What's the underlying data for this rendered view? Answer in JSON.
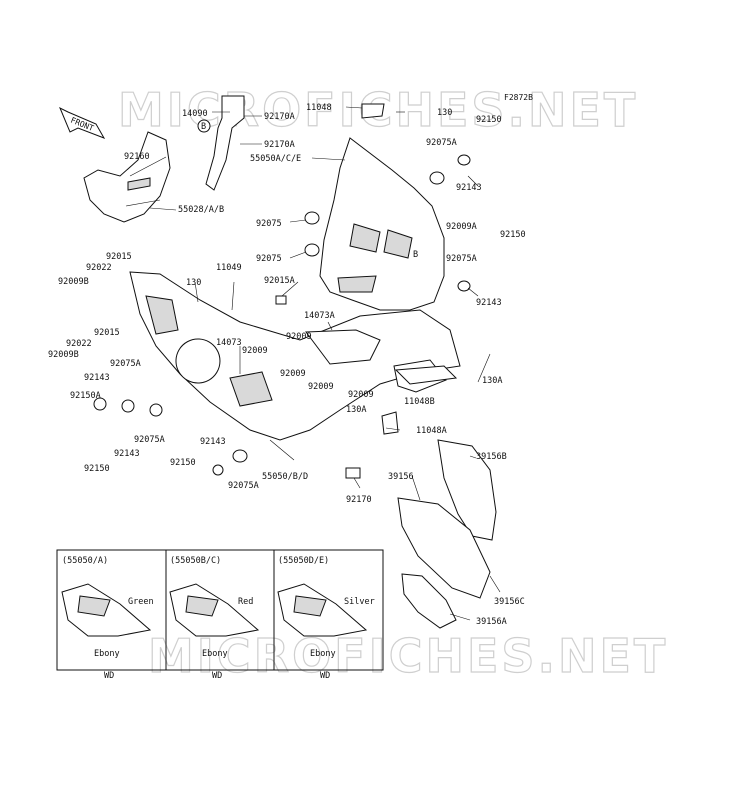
{
  "watermark": "MICROFICHES.NET",
  "figure_code": "F2872B",
  "front_label": "FRONT",
  "callouts": {
    "c14090": "14090",
    "c92170A_1": "92170A",
    "c92170A_2": "92170A",
    "cB_1": "B",
    "cB_2": "B",
    "c11048": "11048",
    "c130_1": "130",
    "c92150_1": "92150",
    "c92075A_1": "92075A",
    "c55050ACE": "55050A/C/E",
    "c92143_1": "92143",
    "c92160": "92160",
    "c55028": "55028/A/B",
    "c92075_1": "92075",
    "c92009A": "92009A",
    "c92150_2": "92150",
    "c92075_2": "92075",
    "c92015A": "92015A",
    "c92075A_2": "92075A",
    "c92143_2": "92143",
    "c92015_1": "92015",
    "c92022_1": "92022",
    "c92009B_1": "92009B",
    "c130_2": "130",
    "c11049": "11049",
    "c92015_2": "92015",
    "c92022_2": "92022",
    "c92009B_2": "92009B",
    "c14073A": "14073A",
    "c14073": "14073",
    "c92009_1": "92009",
    "c92009_2": "92009",
    "c92009_3": "92009",
    "c92009_4": "92009",
    "c92009_5": "92009",
    "c92075A_3": "92075A",
    "c92143_3": "92143",
    "c92150A": "92150A",
    "c130A_1": "130A",
    "c11048B": "11048B",
    "c130A_2": "130A",
    "c11048A": "11048A",
    "c92075A_4": "92075A",
    "c92143_4": "92143",
    "c92143_5": "92143",
    "c92150_3": "92150",
    "c92150_4": "92150",
    "c92075A_5": "92075A",
    "c55050BD": "55050/B/D",
    "c92170": "92170",
    "c39156B": "39156B",
    "c39156": "39156",
    "c39156C": "39156C",
    "c39156A": "39156A"
  },
  "color_boxes": [
    {
      "title": "(55050/A)",
      "color": "Green",
      "base": "Ebony",
      "code": "WD"
    },
    {
      "title": "(55050B/C)",
      "color": "Red",
      "base": "Ebony",
      "code": "WD"
    },
    {
      "title": "(55050D/E)",
      "color": "Silver",
      "base": "Ebony",
      "code": "WD"
    }
  ]
}
